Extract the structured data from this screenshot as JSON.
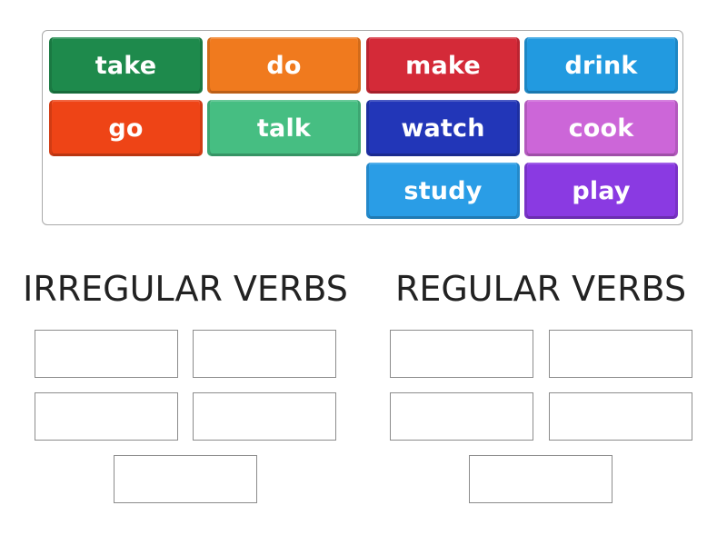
{
  "tiles": [
    {
      "label": "take",
      "color": "#1e8a4c"
    },
    {
      "label": "do",
      "color": "#f07a1e"
    },
    {
      "label": "make",
      "color": "#d42a38"
    },
    {
      "label": "drink",
      "color": "#229ae0"
    },
    {
      "label": "go",
      "color": "#ee4416"
    },
    {
      "label": "talk",
      "color": "#46be82"
    },
    {
      "label": "watch",
      "color": "#2236b8"
    },
    {
      "label": "cook",
      "color": "#cc66d8"
    },
    {
      "label": "study",
      "color": "#2a9de6"
    },
    {
      "label": "play",
      "color": "#8a3ae2"
    }
  ],
  "groups": [
    {
      "title": "IRREGULAR VERBS",
      "slot_count": 5
    },
    {
      "title": "REGULAR VERBS",
      "slot_count": 5
    }
  ]
}
